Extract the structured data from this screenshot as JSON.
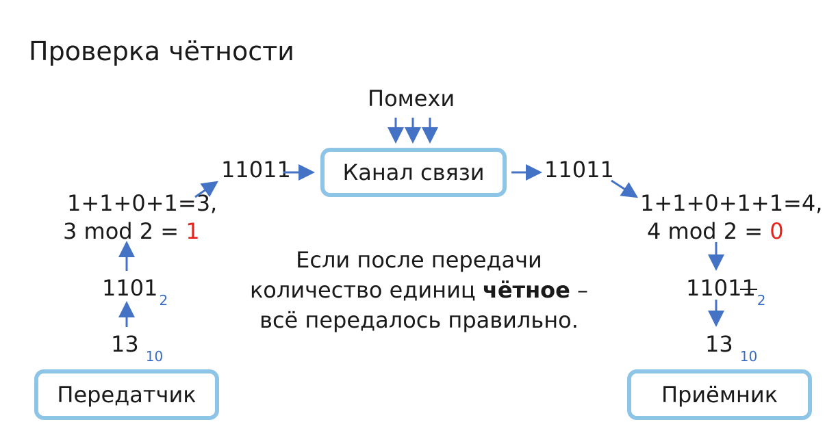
{
  "title": "Проверка чётности",
  "noise_label": "Помехи",
  "channel_label": "Канал связи",
  "sender": {
    "box_label": "Передатчик",
    "decimal": "13",
    "decimal_base": "10",
    "binary": "1101",
    "binary_base": "2",
    "sum_line": "1+1+0+1=3,",
    "mod_line_prefix": "3 mod 2 = ",
    "mod_result": "1",
    "transmitted": "11011"
  },
  "receiver": {
    "box_label": "Приёмник",
    "received": "11011",
    "sum_line": "1+1+0+1+1=4,",
    "mod_line_prefix": "4 mod 2 = ",
    "mod_result": "0",
    "binary_kept": "1101",
    "binary_dropped": "1",
    "binary_base": "2",
    "decimal": "13",
    "decimal_base": "10"
  },
  "note": {
    "line1": "Если после передачи",
    "line2_prefix": "количество единиц ",
    "line2_bold": "чётное",
    "line2_suffix": " –",
    "line3": "всё передалось правильно."
  },
  "colors": {
    "box_border": "#8ec4e6",
    "arrow": "#4472c4",
    "highlight": "#e8221b",
    "subscript": "#3a6bc4"
  }
}
